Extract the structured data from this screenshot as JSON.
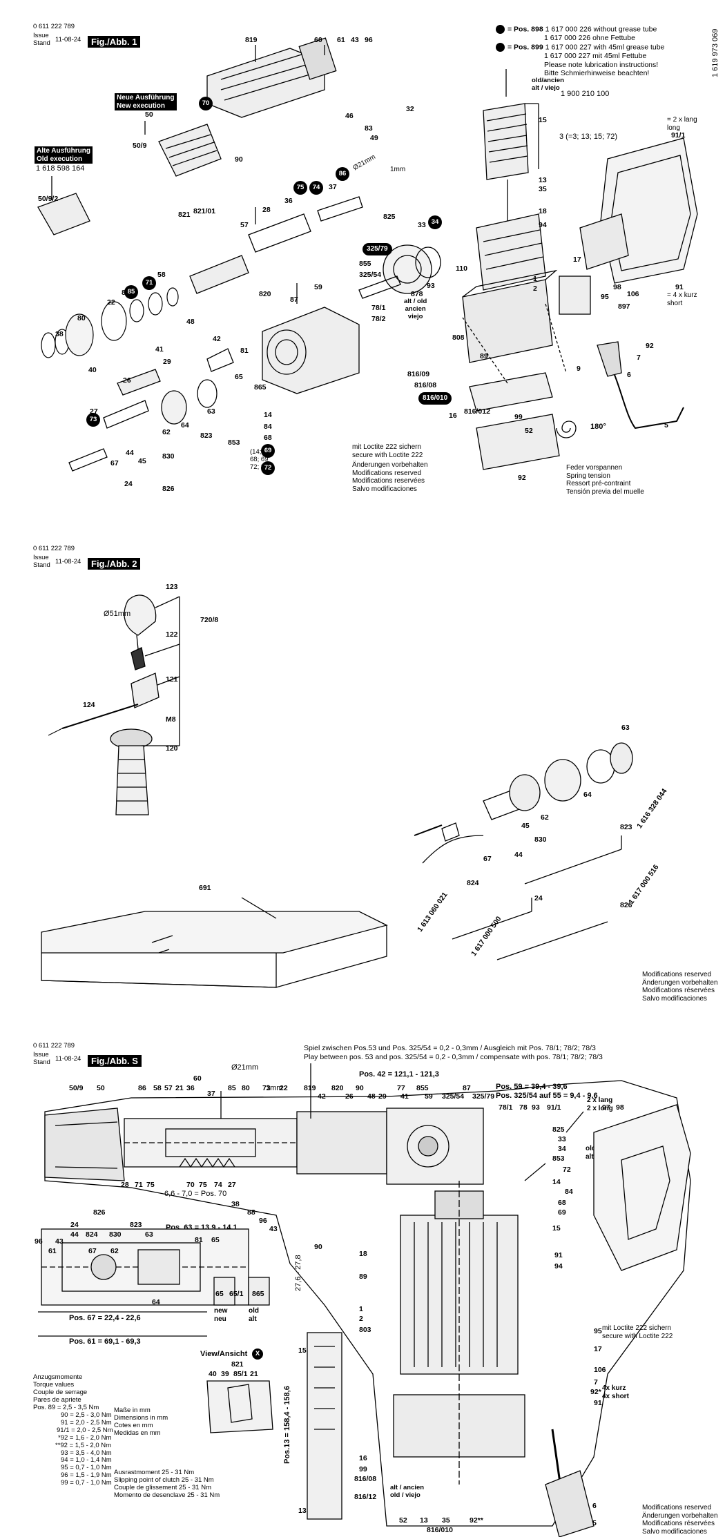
{
  "sheet1": {
    "doc_number": "0 611 222 789",
    "issue_label": "Issue\nStand",
    "issue_date": "11-08-24",
    "fig_label": "Fig./Abb. 1",
    "side_code": "1 619 973 069",
    "notes": {
      "pos898_label": "= Pos. 898",
      "pos898_lines": [
        "1 617 000 226 without grease tube",
        "1 617 000 226 ohne Fettube"
      ],
      "pos899_label": "= Pos. 899",
      "pos899_lines": [
        "1 617 000 227 with 45ml grease tube",
        "1 617 000 227 mit 45ml Fettube",
        "Please note lubrication instructions!",
        "Bitte Schmierhinweise beachten!"
      ],
      "new_exec": "Neue Ausführung\nNew execution",
      "old_exec": "Alte Ausführung\nOld execution",
      "old_exec_part": "1 618 598 164",
      "loctite": "mit Loctite 222 sichern\nsecure with Loctite 222",
      "mods": "Änderungen vorbehalten\nModifications reserved\nModifications reservées\nSalvo modificaciones",
      "spring": "Feder vorspannen\nSpring tension\nRessort pré-contraint\nTensión previa del muelle",
      "old_new": "old/ancien\nalt / viejo",
      "part_1900": "1 900 210 100",
      "set_3": "3 (=3; 13; 15; 72)",
      "lang_long": "= 2 x lang\nlong",
      "kurz_short": "= 4 x kurz\nshort",
      "alt_old": "alt / old\nancien\nviejo",
      "set_853": "(14; 53\n68; 69\n72; 84)",
      "d21": "Ø21mm",
      "one_mm": "1mm",
      "deg180": "180°"
    },
    "labels": [
      "819",
      "60",
      "61",
      "43",
      "96",
      "50",
      "50/9",
      "50/9/2",
      "70",
      "90",
      "75",
      "74",
      "86",
      "37",
      "32",
      "46",
      "83",
      "49",
      "821",
      "821/01",
      "28",
      "36",
      "57",
      "22",
      "88",
      "71",
      "58",
      "80",
      "85",
      "38",
      "87",
      "820",
      "59",
      "825",
      "33",
      "34",
      "855",
      "325/54",
      "325/79",
      "93",
      "878",
      "78/1",
      "78/2",
      "110",
      "808",
      "89",
      "816/09",
      "816/08",
      "816/010",
      "816/012",
      "16",
      "99",
      "52",
      "92",
      "9",
      "1",
      "2",
      "18",
      "94",
      "35",
      "13",
      "15",
      "17",
      "98",
      "95",
      "106",
      "897",
      "91",
      "91/1",
      "92",
      "7",
      "6",
      "5",
      "42",
      "81",
      "48",
      "41",
      "29",
      "26",
      "27",
      "73",
      "62",
      "64",
      "63",
      "830",
      "823",
      "44",
      "45",
      "67",
      "24",
      "826",
      "65",
      "865",
      "853",
      "14",
      "84",
      "68",
      "69",
      "72",
      "40"
    ]
  },
  "sheet2": {
    "doc_number": "0 611 222 789",
    "issue_label": "Issue\nStand",
    "issue_date": "11-08-24",
    "fig_label": "Fig./Abb. 2",
    "labels": [
      "123",
      "122",
      "121",
      "720/8",
      "124",
      "M8",
      "120",
      "Ø51mm",
      "63",
      "823",
      "1 616 328 044",
      "64",
      "62",
      "830",
      "45",
      "44",
      "67",
      "824",
      "24",
      "826",
      "1 617 000 516",
      "1 613 060 021",
      "1 617 000 500",
      "691"
    ],
    "mods": "Modifications reserved\nÄnderungen vorbehalten\nModifications réservées\nSalvo modificaciones"
  },
  "sheetS": {
    "doc_number": "0 611 222 789",
    "issue_label": "Issue\nStand",
    "issue_date": "11-08-24",
    "fig_label": "Fig./Abb. S",
    "play_note_1": "Spiel zwischen Pos.53 und Pos. 325/54  = 0,2 - 0,3mm / Ausgleich mit Pos. 78/1; 78/2; 78/3",
    "play_note_2": "Play between pos. 53 and pos. 325/54  = 0,2 - 0,3mm / compensate with pos. 78/1; 78/2; 78/3",
    "pos42": "Pos. 42 = 121,1 - 121,3",
    "pos59": "Pos. 59 = 39,4 - 39,6",
    "pos325": "Pos. 325/54 auf 55 = 9,4 - 9,6",
    "pos70": "6,6 - 7,0 = Pos. 70",
    "pos63": "Pos. 63 = 13,9 - 14,1",
    "pos67": "Pos. 67 = 22,4 - 22,6",
    "pos61": "Pos. 61 = 69,1 - 69,3",
    "pos13": "Pos.13 = 158,4 - 158,6",
    "dim_27": "27,6 - 27,8",
    "d21": "Ø21mm",
    "one_mm": "1mm",
    "lang_long": "2 x lang\n2 x long",
    "kurz_short": "4x kurz\n4x short",
    "old_new": "old / ancien\nalt / viejo",
    "alt_new": "alt / ancien\nold / viejo",
    "loctite": "mit Loctite 222 sichern\nsecure with Loctite 222",
    "new_neu": "new\nneu",
    "old_alt": "old\nalt",
    "view": "View/Ansicht",
    "view_mark": "X",
    "torque_title": "Anzugsmomente\nTorque values\nCouple de serrage\nPares de apriete",
    "torque_rows": [
      "Pos. 89 = 2,5 - 3,5 Nm",
      "90 = 2,5 - 3,0 Nm",
      "91 = 2,0 - 2,5 Nm",
      "91/1 = 2,0 - 2,5 Nm",
      "*92 = 1,6 - 2,0 Nm",
      "**92 = 1,5 - 2,0 Nm",
      "93 = 3,5 - 4,0 Nm",
      "94 = 1,0 - 1,4 Nm",
      "95 = 0,7 - 1,0 Nm",
      "96 = 1,5 - 1,9 Nm",
      "99 = 0,7 - 1,0 Nm"
    ],
    "dims_note": "Maße in mm\nDimensions in mm\nCotes en mm\nMedidas en mm",
    "slip_note": "Ausrastmoment 25 - 31 Nm\nSlipping point of clutch 25 - 31 Nm\nCouple de glissement 25 - 31 Nm\nMomento de desenclave 25 - 31 Nm",
    "mods": "Modifications reserved\nÄnderungen vorbehalten\nModifications réservées\nSalvo modificaciones",
    "top_labels": [
      "50/9",
      "50",
      "86",
      "58",
      "57",
      "21",
      "36",
      "60",
      "85",
      "80",
      "73",
      "22",
      "819",
      "42",
      "820",
      "26",
      "90",
      "48",
      "29",
      "77",
      "41",
      "855",
      "59",
      "325/54",
      "87",
      "325/79",
      "78/1",
      "78",
      "93",
      "91/1",
      "97",
      "98"
    ],
    "right_labels": [
      "825",
      "33",
      "34",
      "853",
      "72",
      "14",
      "84",
      "68",
      "69",
      "15",
      "91",
      "94",
      "95",
      "17",
      "106",
      "7",
      "92*",
      "91",
      "6",
      "5"
    ],
    "left_labels": [
      "37",
      "28",
      "71",
      "75",
      "70",
      "75",
      "74",
      "27",
      "38",
      "88",
      "96",
      "43",
      "90",
      "18",
      "89",
      "1",
      "2",
      "803",
      "16",
      "99",
      "816/08",
      "816/12",
      "52",
      "13",
      "35",
      "816/010",
      "92**",
      "24",
      "44",
      "824",
      "830",
      "63",
      "823",
      "826",
      "96",
      "43",
      "61",
      "67",
      "62",
      "64",
      "65",
      "65/1",
      "865",
      "81",
      "65",
      "821",
      "40",
      "39",
      "85/1",
      "21",
      "15",
      "13"
    ]
  }
}
